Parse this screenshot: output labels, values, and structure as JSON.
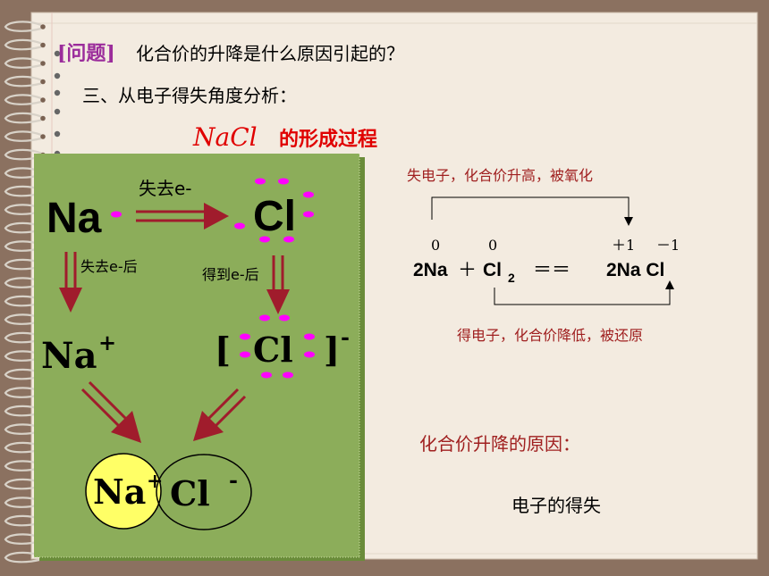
{
  "question": {
    "tag": "[问题]",
    "text": "化合价的升降是什么原因引起的？"
  },
  "section": "三、从电子得失角度分析：",
  "title": {
    "formula": "NaCl",
    "suffix": "的形成过程"
  },
  "diagram": {
    "na": "Na",
    "cl": "Cl",
    "lose_e": "失去e-",
    "after_lose": "失去e-后",
    "after_gain": "得到e-后",
    "na_ion_symbol": "Na",
    "na_ion_charge": "+",
    "cl_ion_open": "[",
    "cl_ion_symbol": "Cl",
    "cl_ion_close": "]",
    "cl_ion_charge": "-",
    "product_na": "Na",
    "product_na_charge": "+",
    "product_cl": "Cl",
    "product_cl_charge": "-"
  },
  "equation": {
    "lose_label": "失电子，化合价升高，被氧化",
    "gain_label": "得电子，化合价降低，被还原",
    "ox_na": "0",
    "ox_cl": "0",
    "ox_na_product": "＋1",
    "ox_cl_product": "－1",
    "lhs_na": "2Na",
    "plus": "＋",
    "lhs_cl": "Cl",
    "lhs_cl_sub": "2",
    "arrow": "＝＝",
    "rhs": "2Na Cl"
  },
  "reason": {
    "question": "化合价升降的原因：",
    "answer": "电子的得失"
  },
  "colors": {
    "page": "#f3ebe0",
    "board": "#8cad5a",
    "arrow": "#a01c2c",
    "electron": "#ff00ff",
    "accent_red": "#e00000",
    "dark_red": "#a02020",
    "purple": "#9b2c9b",
    "ion_yellow": "#ffff66"
  }
}
